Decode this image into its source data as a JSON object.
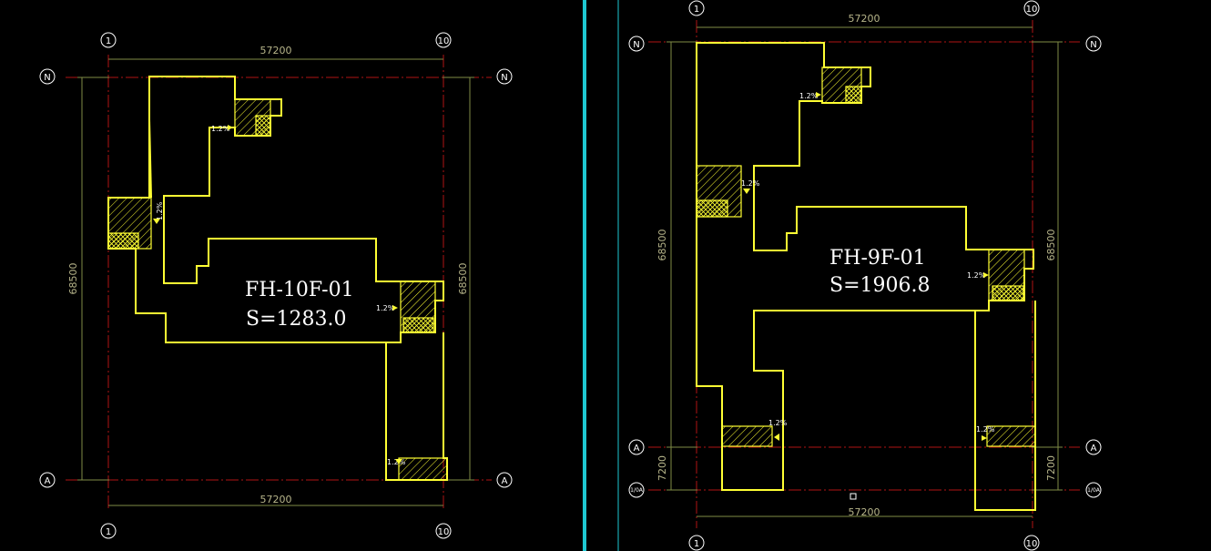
{
  "colors": {
    "background": "#000000",
    "outline": "#ffff33",
    "dimension": "#b7b58a",
    "axis": "#b01414",
    "divider": "#1ec8d2"
  },
  "left_plan": {
    "title": "FH-10F-01",
    "area": "S=1283.0",
    "dim_top": "57200",
    "dim_bottom": "57200",
    "dim_left": "68500",
    "dim_right": "68500",
    "axis_labels": {
      "top_left": "1",
      "top_right": "10",
      "bottom_left": "1",
      "bottom_right": "10",
      "north_left": "N",
      "north_right": "N",
      "south_left": "A",
      "south_right": "A"
    },
    "slope_tags": [
      "1.2%",
      "1.2%",
      "1.2%",
      "1.2%"
    ]
  },
  "right_plan": {
    "title": "FH-9F-01",
    "area": "S=1906.8",
    "dim_top": "57200",
    "dim_bottom": "57200",
    "dim_left": "68500",
    "dim_right": "68500",
    "dim_left_small": "7200",
    "dim_right_small": "7200",
    "axis_labels": {
      "top_left": "1",
      "top_right": "10",
      "bottom_left": "1",
      "bottom_right": "10",
      "north_left": "N",
      "north_right": "N",
      "a_left": "A",
      "a_right": "A",
      "sub_left": "1/0A",
      "sub_right": "1/0A"
    },
    "slope_tags": [
      "1.2%",
      "1.2%",
      "1.2%",
      "1.2%",
      "1.2%"
    ]
  }
}
